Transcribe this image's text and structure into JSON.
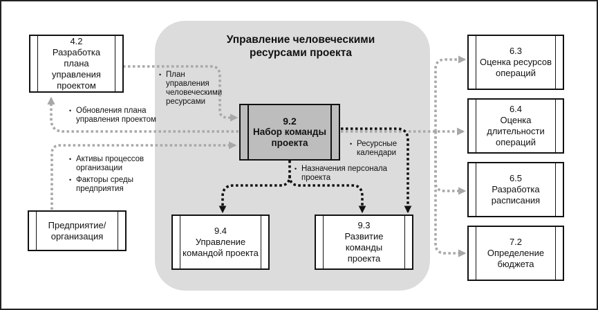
{
  "title": "Управление человеческими\nресурсами проекта",
  "central": {
    "num": "9.2",
    "text": "Набор команды\nпроекта"
  },
  "boxes": {
    "b42": {
      "num": "4.2",
      "text": "Разработка плана\nуправления\nпроектом"
    },
    "org": {
      "num": "",
      "text": "Предприятие/\nорганизация"
    },
    "b94": {
      "num": "9.4",
      "text": "Управление\nкомандой проекта"
    },
    "b93": {
      "num": "9.3",
      "text": "Развитие команды\nпроекта"
    },
    "b63": {
      "num": "6.3",
      "text": "Оценка ресурсов\nопераций"
    },
    "b64": {
      "num": "6.4",
      "text": "Оценка\nдлительности\nопераций"
    },
    "b65": {
      "num": "6.5",
      "text": "Разработка\nрасписания"
    },
    "b72": {
      "num": "7.2",
      "text": "Определение\nбюджета"
    }
  },
  "labels": {
    "plan": "План\nуправления\nчеловеческими\nресурсами",
    "updates": "Обновления плана\nуправления проектом",
    "assets": "Активы процессов\nорганизации",
    "factors": "Факторы среды\nпредприятия",
    "calendars": "Ресурсные\nкалендари",
    "assignments": "Назначения персонала\nпроекта",
    "bullet": "•"
  },
  "colors": {
    "panel": "#dcdcdc",
    "central_fill": "#bdbdbd",
    "light_flow": "#a8a8a8",
    "dark_flow": "#111111"
  }
}
